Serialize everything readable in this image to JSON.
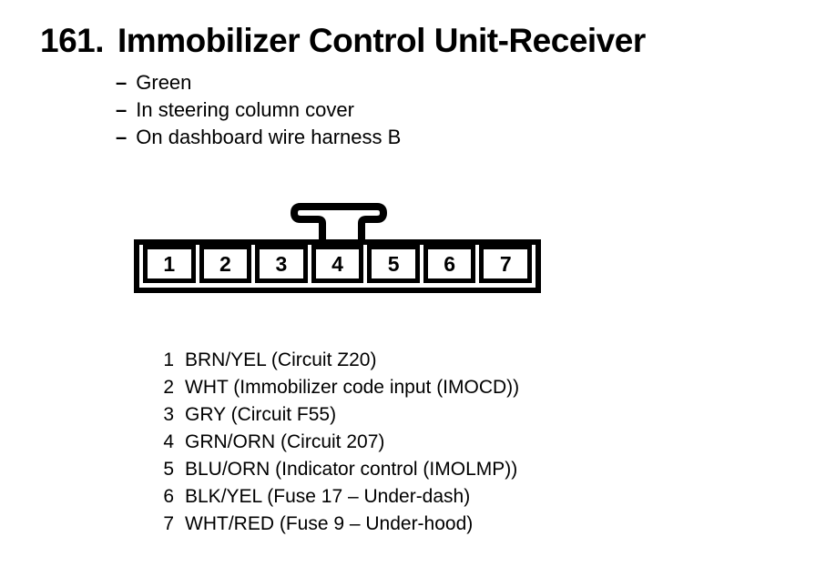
{
  "header": {
    "number": "161.",
    "title": "Immobilizer Control Unit-Receiver"
  },
  "notes": {
    "dash": "–",
    "items": [
      "Green",
      "In steering column cover",
      "On dashboard wire harness B"
    ]
  },
  "connector": {
    "latch_icon": "t-handle-latch",
    "pins": [
      "1",
      "2",
      "3",
      "4",
      "5",
      "6",
      "7"
    ]
  },
  "pinout": [
    {
      "pin": "1",
      "desc": "BRN/YEL (Circuit Z20)"
    },
    {
      "pin": "2",
      "desc": "WHT (Immobilizer code input (IMOCD))"
    },
    {
      "pin": "3",
      "desc": "GRY (Circuit F55)"
    },
    {
      "pin": "4",
      "desc": "GRN/ORN (Circuit 207)"
    },
    {
      "pin": "5",
      "desc": "BLU/ORN (Indicator control (IMOLMP))"
    },
    {
      "pin": "6",
      "desc": "BLK/YEL (Fuse 17 – Under-dash)"
    },
    {
      "pin": "7",
      "desc": "WHT/RED (Fuse 9 – Under-hood)"
    }
  ],
  "colors": {
    "ink": "#000000",
    "background": "#ffffff"
  }
}
